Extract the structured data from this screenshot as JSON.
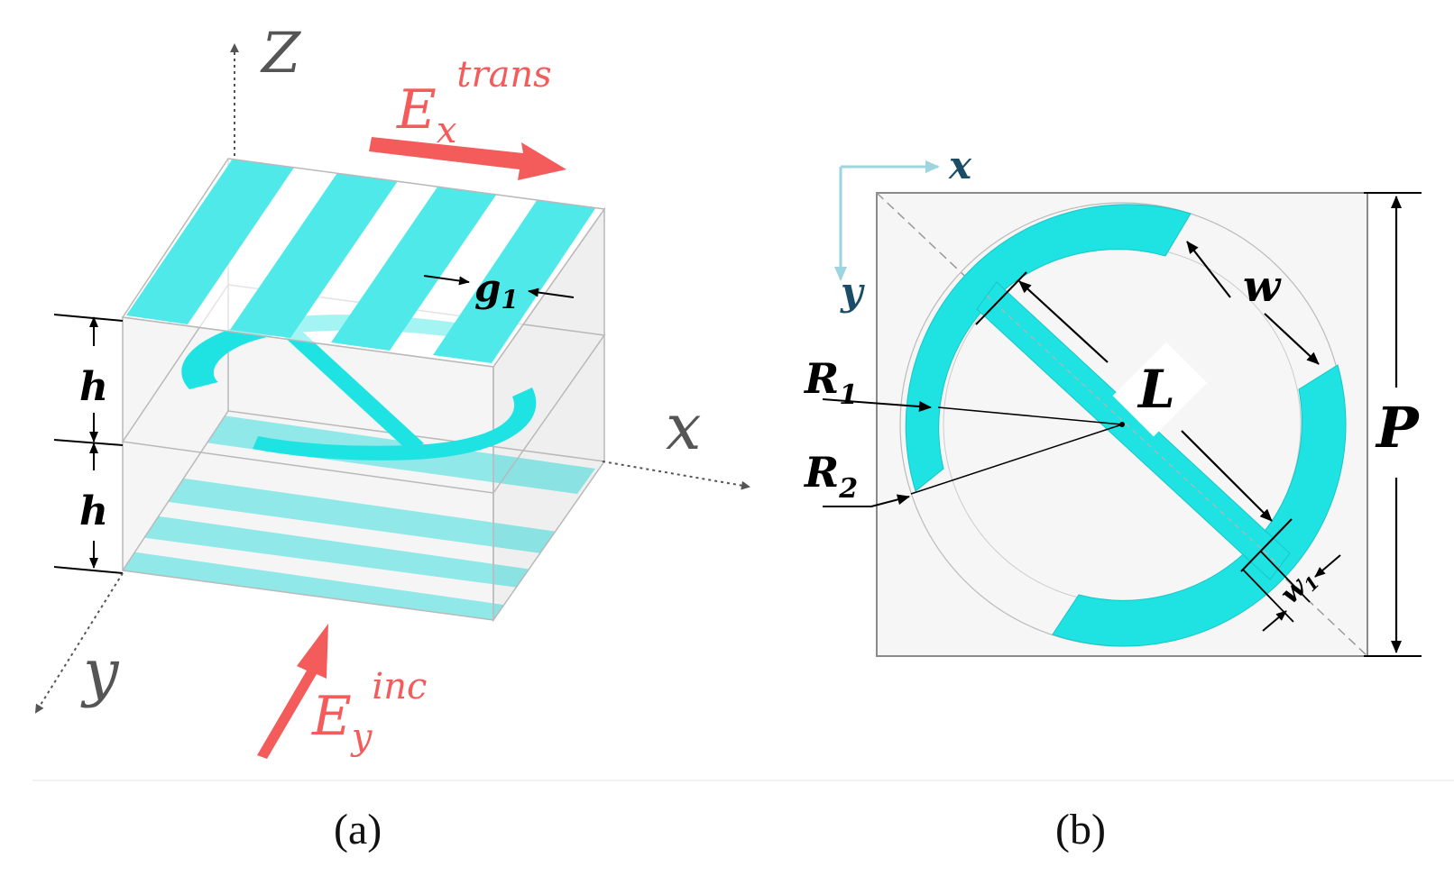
{
  "colors": {
    "metal": "#1fe3e3",
    "metal_top": "#4fe9ea",
    "substrate": "#efefef",
    "field_arrow": "#f45b5b",
    "axis": "#555555",
    "dim": "#000000",
    "axis_b": "#9dd4de",
    "axis_b_text": "#1c4d66"
  },
  "panel_a": {
    "caption": "(a)",
    "axis_z": "Z",
    "axis_x": "x",
    "axis_y": "y",
    "gap_label": "g",
    "gap_sub": "1",
    "thickness_label": "h",
    "trans_field": {
      "base": "E",
      "sub": "x",
      "sup": "trans"
    },
    "inc_field": {
      "base": "E",
      "sub": "y",
      "sup": "inc"
    }
  },
  "panel_b": {
    "caption": "(b)",
    "axis_x": "x",
    "axis_y": "y",
    "R1": {
      "base": "R",
      "sub": "1"
    },
    "R2": {
      "base": "R",
      "sub": "2"
    },
    "L": "L",
    "w": "w",
    "w1": {
      "base": "w",
      "sub": "1"
    },
    "P": "P"
  },
  "icons": [
    "axis-arrow-icon",
    "dimension-arrow-icon",
    "field-arrow-icon"
  ]
}
